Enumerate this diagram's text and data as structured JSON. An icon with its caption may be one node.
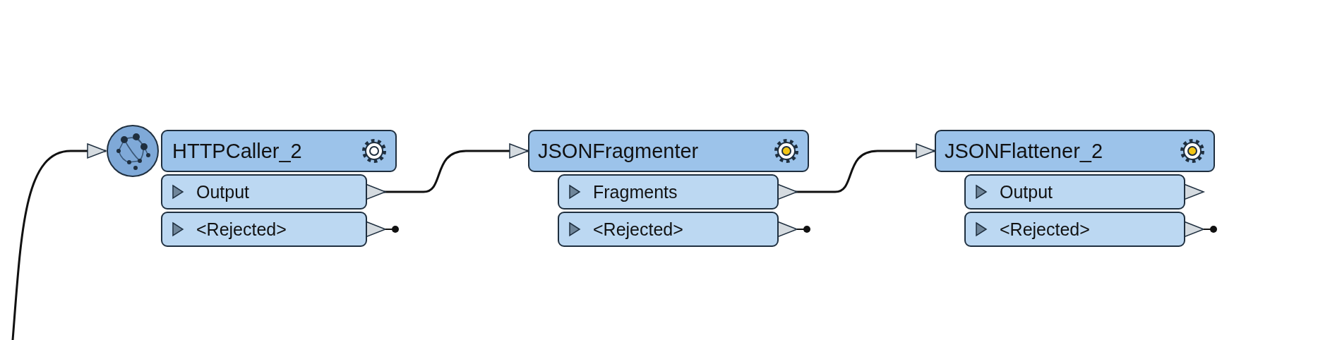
{
  "diagram": {
    "nodes": [
      {
        "text": [
          "HTTPCaller_2"
        ]
      },
      {
        "text": [
          "Output"
        ]
      },
      {
        "text": [
          "<Rejected>"
        ]
      },
      {
        "text": [
          "JSONFragmenter"
        ]
      },
      {
        "text": [
          "Fragments"
        ]
      },
      {
        "text": [
          "<Rejected>"
        ]
      },
      {
        "text": [
          "JSONFlattener_2"
        ]
      },
      {
        "text": [
          "Output"
        ]
      },
      {
        "text": [
          "<Rejected>"
        ]
      }
    ],
    "edges": [
      {
        "from": null,
        "to": 0,
        "arrow": "to"
      },
      {
        "from": 1,
        "to": 3,
        "arrow": "to"
      },
      {
        "from": 4,
        "to": 6,
        "arrow": "to"
      }
    ]
  }
}
